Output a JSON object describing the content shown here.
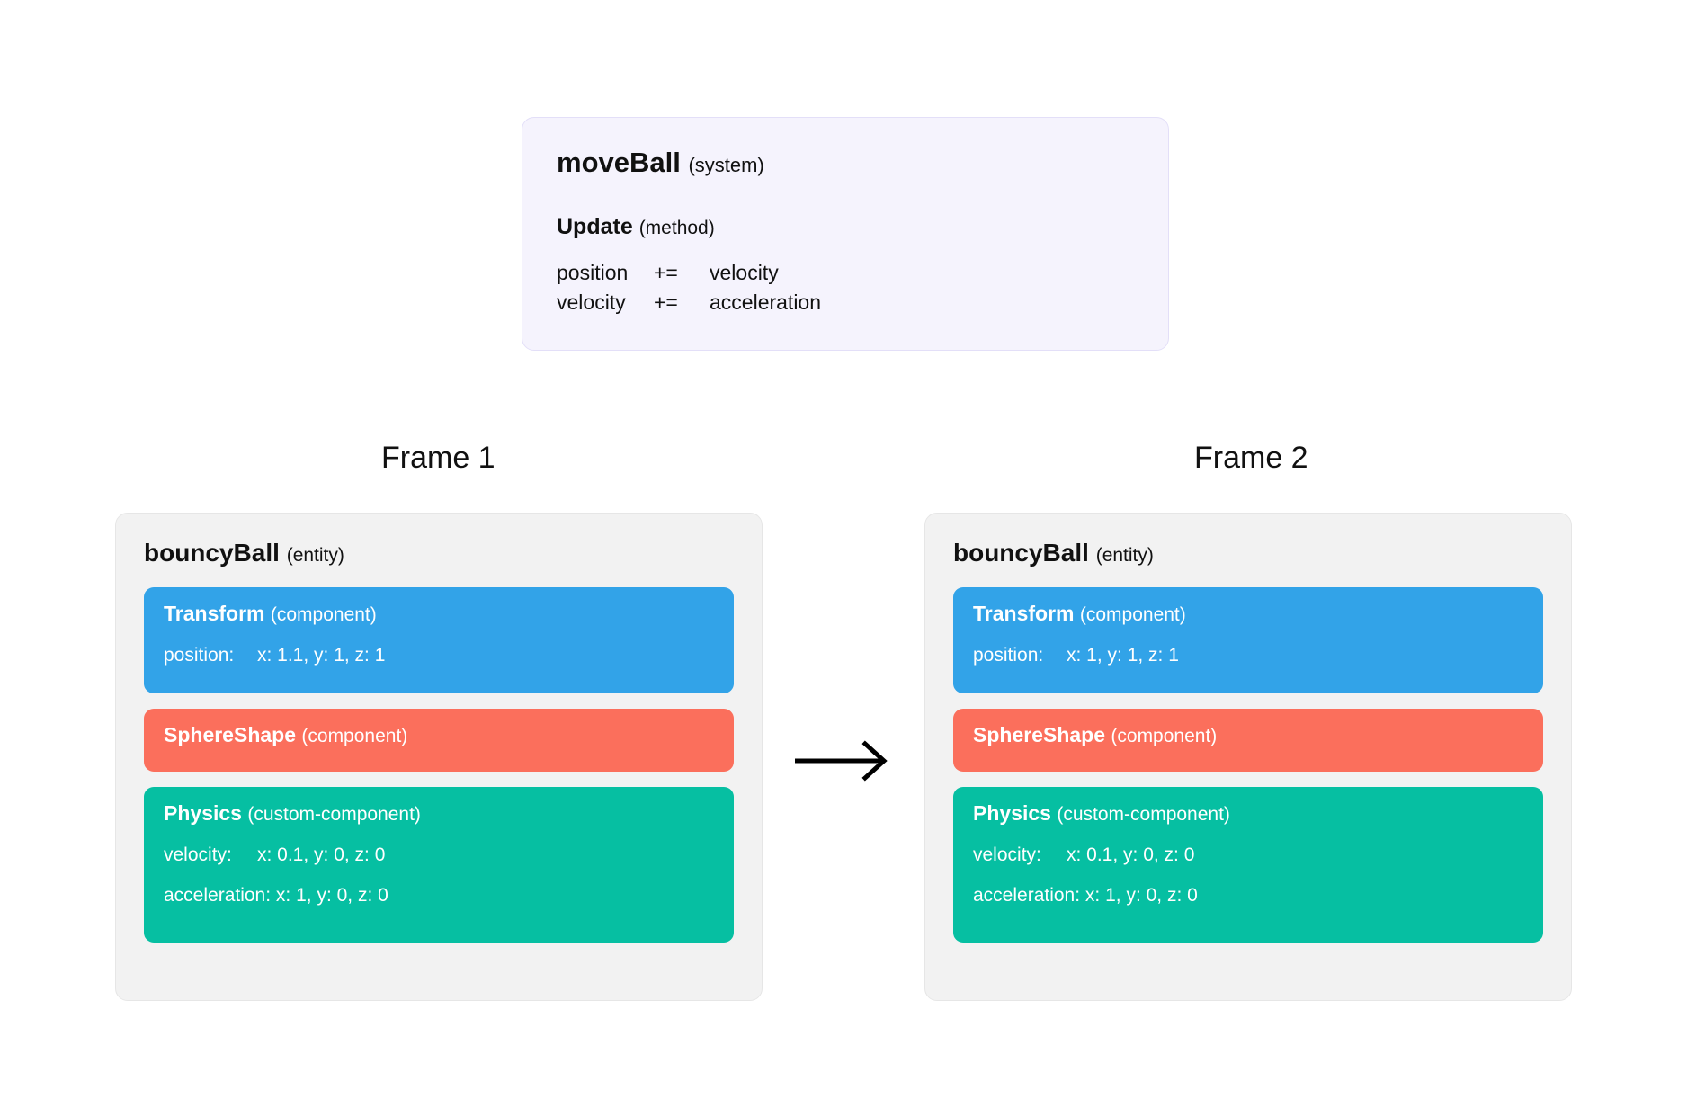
{
  "system_panel": {
    "name": "moveBall",
    "kind": "(system)",
    "method_name": "Update",
    "method_kind": "(method)",
    "operations": [
      {
        "lhs": "position",
        "op": "+=",
        "rhs": "velocity"
      },
      {
        "lhs": "velocity",
        "op": "+=",
        "rhs": "acceleration"
      }
    ]
  },
  "frames": [
    {
      "label": "Frame 1",
      "entity_name": "bouncyBall",
      "entity_kind": "(entity)",
      "components": [
        {
          "name": "Transform",
          "kind": "(component)",
          "color": "#32a3e8",
          "fields": [
            {
              "label": "position:",
              "value": "x: 1.1, y: 1, z: 1"
            }
          ]
        },
        {
          "name": "SphereShape",
          "kind": "(component)",
          "color": "#fb6f5c",
          "fields": []
        },
        {
          "name": "Physics",
          "kind": "(custom-component)",
          "color": "#06bfa2",
          "fields": [
            {
              "label": "velocity:",
              "value": "x: 0.1, y: 0, z: 0"
            },
            {
              "label": "acceleration:",
              "value": "x: 1, y: 0, z: 0"
            }
          ]
        }
      ]
    },
    {
      "label": "Frame 2",
      "entity_name": "bouncyBall",
      "entity_kind": "(entity)",
      "components": [
        {
          "name": "Transform",
          "kind": "(component)",
          "color": "#32a3e8",
          "fields": [
            {
              "label": "position:",
              "value": "x: 1, y: 1, z: 1"
            }
          ]
        },
        {
          "name": "SphereShape",
          "kind": "(component)",
          "color": "#fb6f5c",
          "fields": []
        },
        {
          "name": "Physics",
          "kind": "(custom-component)",
          "color": "#06bfa2",
          "fields": [
            {
              "label": "velocity:",
              "value": "x: 0.1, y: 0, z: 0"
            },
            {
              "label": "acceleration:",
              "value": "x: 1, y: 0, z: 0"
            }
          ]
        }
      ]
    }
  ],
  "transition": {
    "icon": "arrow-right-icon"
  },
  "colors": {
    "panel_background": "#f5f3fd",
    "panel_border": "#e3dff8",
    "card_background": "#f2f2f2",
    "card_border": "#e6e6e6",
    "transform": "#32a3e8",
    "sphere_shape": "#fb6f5c",
    "physics": "#06bfa2",
    "text": "#111111",
    "page_background": "#ffffff"
  }
}
